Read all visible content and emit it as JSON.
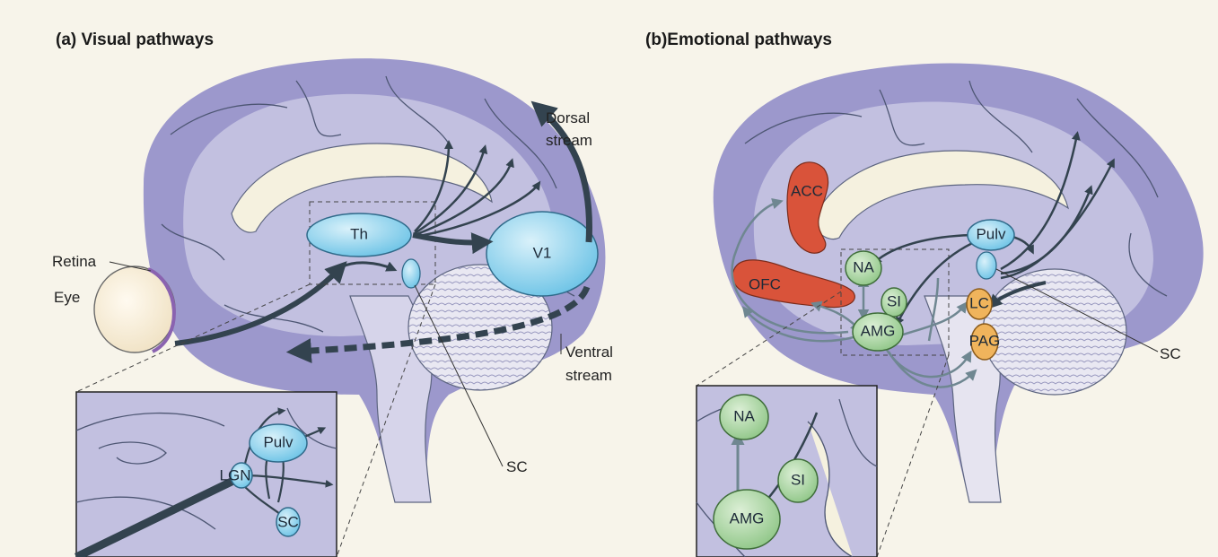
{
  "panel_a": {
    "letter": "a",
    "title": "Visual pathways",
    "labels": {
      "retina": "Retina",
      "eye": "Eye",
      "dorsal_1": "Dorsal",
      "dorsal_2": "stream",
      "ventral_1": "Ventral",
      "ventral_2": "stream",
      "sc": "SC"
    },
    "nodes": {
      "th": "Th",
      "v1": "V1"
    },
    "inset": {
      "pulv": "Pulv",
      "lgn": "LGN",
      "sc": "SC"
    }
  },
  "panel_b": {
    "letter": "b",
    "title": "Emotional pathways",
    "labels": {
      "sc": "SC"
    },
    "nodes": {
      "acc": "ACC",
      "ofc": "OFC",
      "na": "NA",
      "si": "SI",
      "amg": "AMG",
      "pulv": "Pulv",
      "lc": "LC",
      "pag": "PAG"
    },
    "inset": {
      "na": "NA",
      "si": "SI",
      "amg": "AMG"
    }
  },
  "colors": {
    "background": "#f7f4ea",
    "cortex_outer": "#9c98cc",
    "cortex_inner": "#c2c0e0",
    "arrow_dark": "#33434f",
    "arrow_grey": "#6f8791",
    "blue_node": "#8fd1ec",
    "green_node": "#a8d5a0",
    "red_region": "#d9533a",
    "orange_node": "#f0b45c"
  }
}
